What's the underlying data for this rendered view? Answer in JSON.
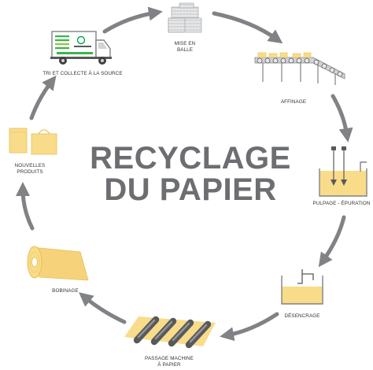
{
  "title": {
    "line1": "RECYCLAGE",
    "line2": "DU PAPIER"
  },
  "steps": [
    {
      "id": "mise-en-balle",
      "label_lines": [
        "MISE EN",
        "BALLE"
      ]
    },
    {
      "id": "affinage",
      "label_lines": [
        "AFFINAGE"
      ]
    },
    {
      "id": "pulpage",
      "label_lines": [
        "PULPAGE - ÉPURATION"
      ]
    },
    {
      "id": "desencrage",
      "label_lines": [
        "DÉSENCRAGE"
      ]
    },
    {
      "id": "passage-machine",
      "label_lines": [
        "PASSAGE MACHINE",
        "À PAPIER"
      ]
    },
    {
      "id": "bobinage",
      "label_lines": [
        "BOBINAGE"
      ]
    },
    {
      "id": "nouveaux-produits",
      "label_lines": [
        "NOUVELLES",
        "PRODUITS"
      ]
    },
    {
      "id": "tri-collecte",
      "label_lines": [
        "TRI ET COLLECTE À LA SOURCE"
      ]
    }
  ],
  "colors": {
    "arrow": "#808285",
    "paper": "#f9dc8a",
    "paper_dark": "#e7bf55",
    "metal": "#58595b",
    "text": "#333333",
    "title": "#6d6e71"
  }
}
